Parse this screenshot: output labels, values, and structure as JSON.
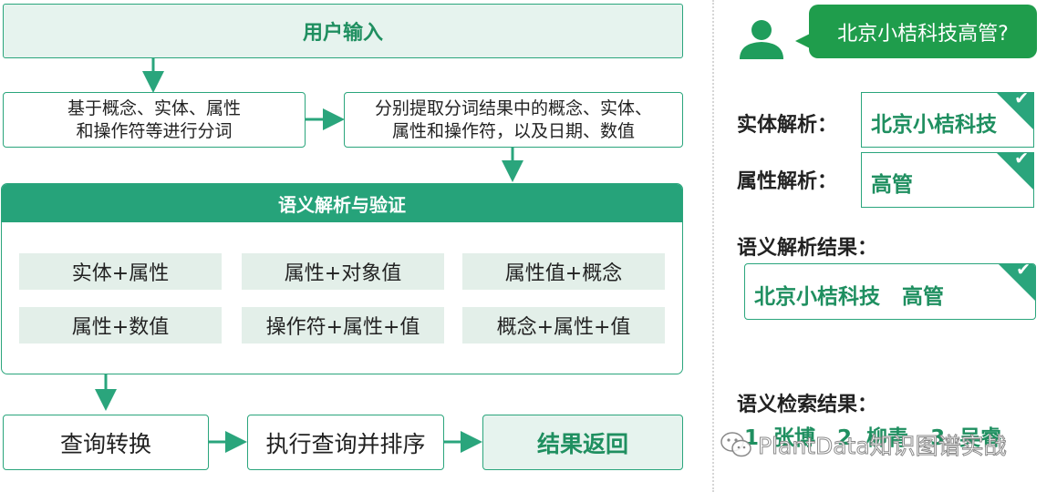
{
  "flow": {
    "user_input": "用户输入",
    "segment_box": {
      "line1": "基于概念、实体、属性",
      "line2": "和操作符等进行分词"
    },
    "extract_box": {
      "line1": "分别提取分词结果中的概念、实体、",
      "line2": "属性和操作符，以及日期、数值"
    },
    "semantic": {
      "title": "语义解析与验证",
      "chips": [
        "实体+属性",
        "属性+对象值",
        "属性值+概念",
        "属性+数值",
        "操作符+属性+值",
        "概念+属性+值"
      ]
    },
    "query_convert": "查询转换",
    "exec_sort": "执行查询并排序",
    "result_return": "结果返回"
  },
  "right": {
    "question": "北京小桔科技高管?",
    "entity_label": "实体解析：",
    "entity_value": "北京小桔科技",
    "attr_label": "属性解析：",
    "attr_value": "高管",
    "semantic_result_label": "语义解析结果：",
    "semantic_result_value": "北京小桔科技   高管",
    "search_result_label": "语义检索结果：",
    "search_results": "1  张博   2  柳青   3  吴睿"
  },
  "watermark": "PlantData知识图谱实战",
  "colors": {
    "accent": "#2aa57c",
    "dark_green": "#1f8f60",
    "light_fill": "#e6f3ee"
  },
  "icons": [
    "arrow-down-icon",
    "arrow-right-icon",
    "user-icon",
    "check-icon",
    "wechat-icon"
  ]
}
